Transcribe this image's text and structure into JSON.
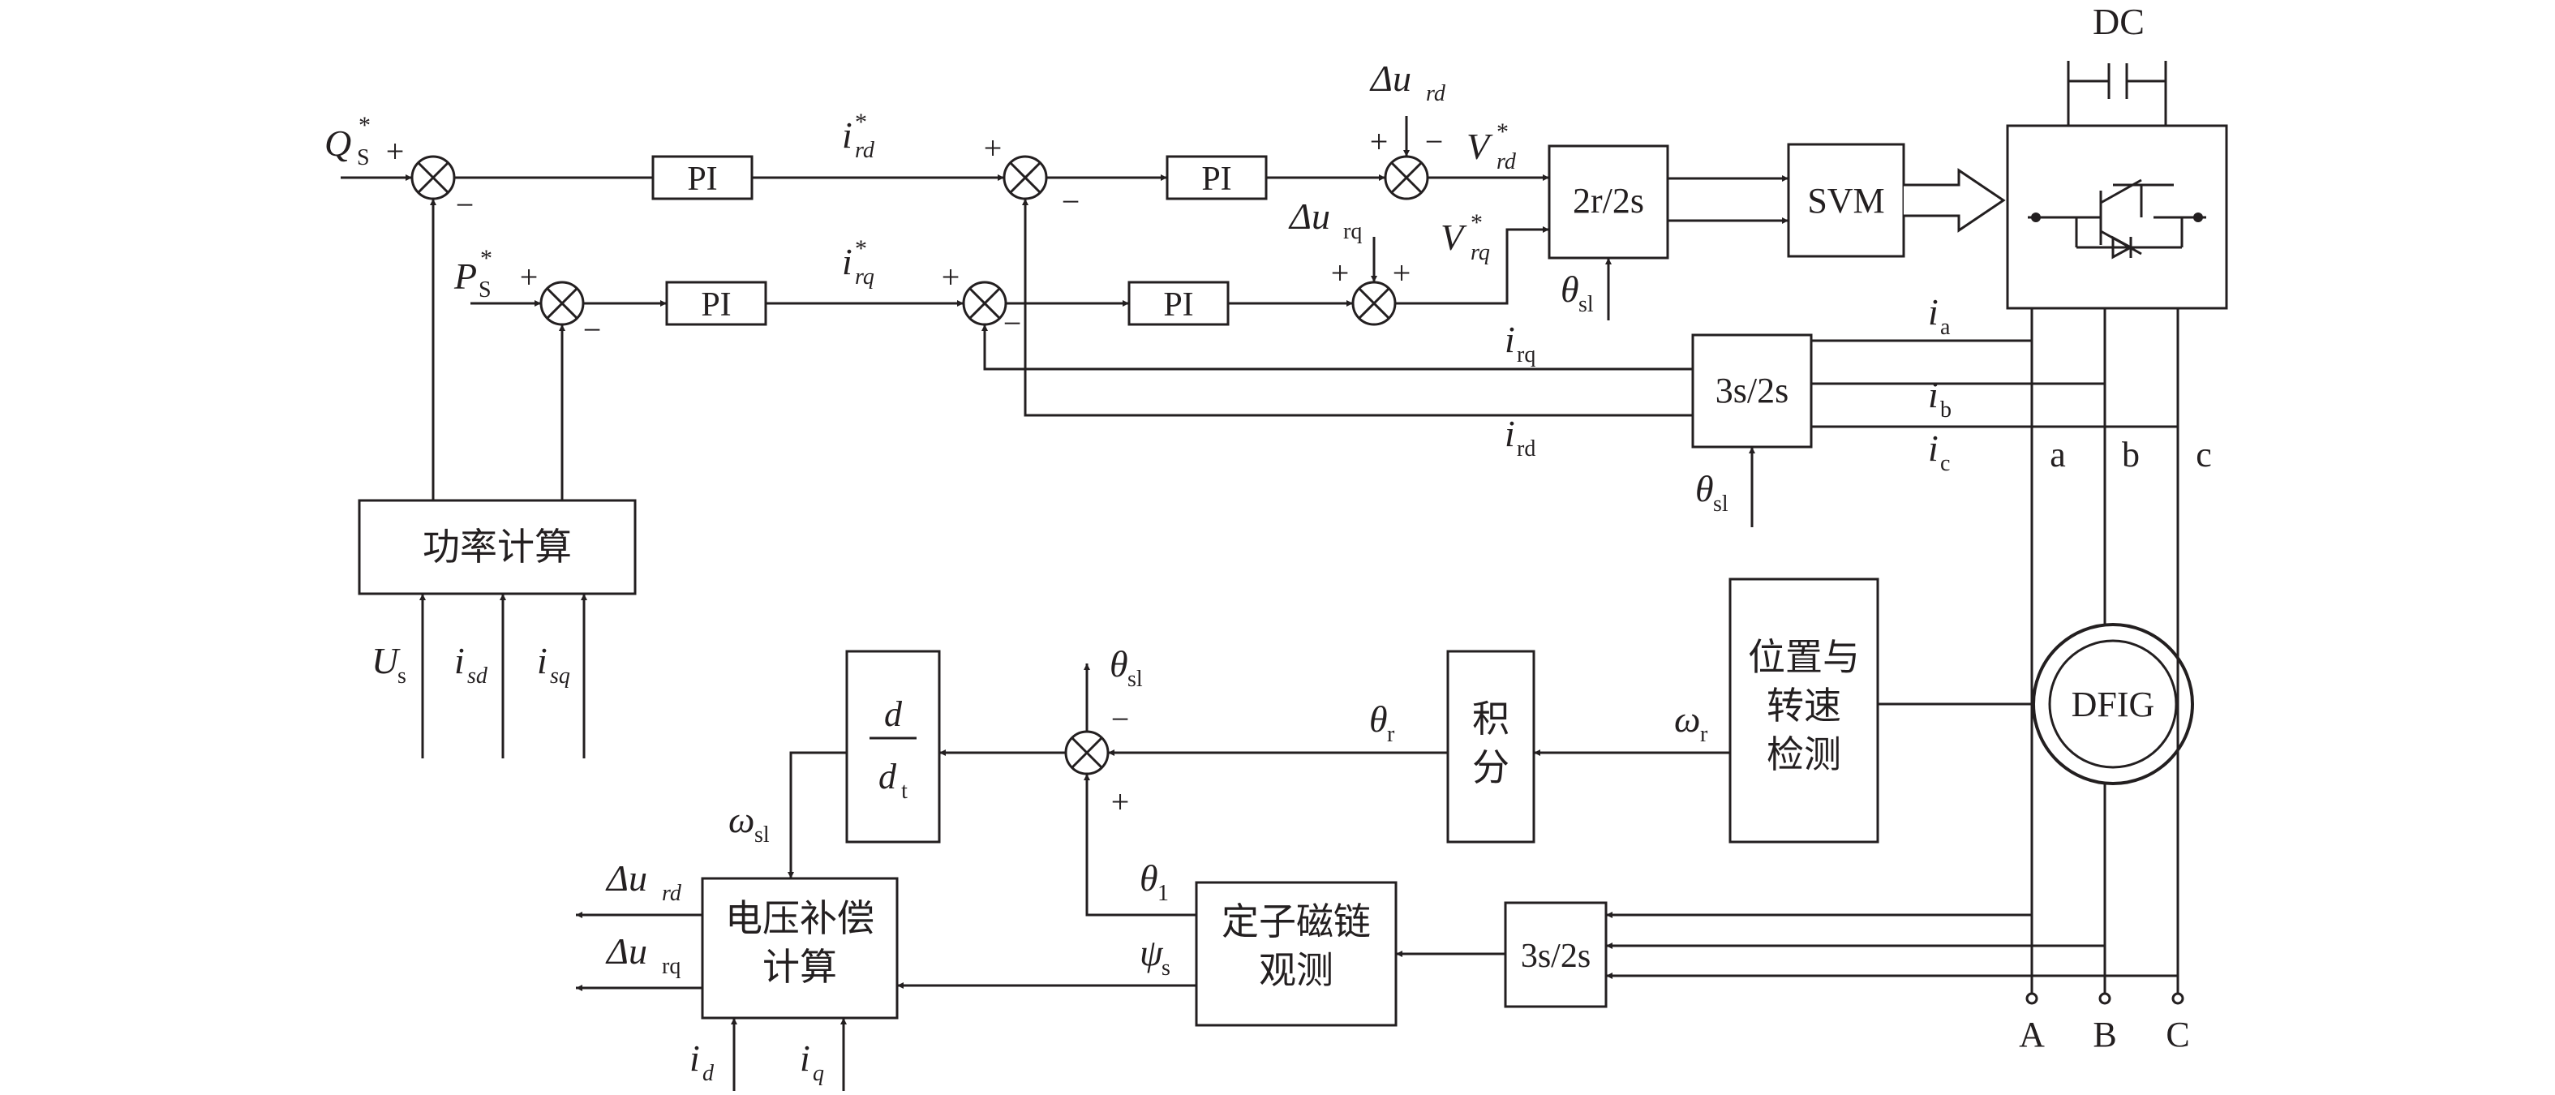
{
  "blocks": {
    "pi": "PI",
    "svm": "SVM",
    "dq_to_ab": "2r/2s",
    "abc_to_dq": "3s/2s",
    "power_calc": "功率计算",
    "position_speed": [
      "位置与",
      "转速",
      "检测"
    ],
    "integral": [
      "积",
      "分"
    ],
    "derivative_num": "d",
    "derivative_den": "d",
    "derivative_den_sub": "t",
    "voltage_comp": [
      "电压补偿",
      "计算"
    ],
    "stator_flux": [
      "定子磁链",
      "观测"
    ],
    "generator": "DFIG"
  },
  "signs": {
    "plus": "+",
    "minus": "−"
  },
  "signals": {
    "qs": {
      "main": "Q",
      "sub": "S",
      "sup": "*"
    },
    "ps": {
      "main": "P",
      "sub": "S",
      "sup": "*"
    },
    "ird_ref": {
      "main": "i",
      "sub": "rd",
      "sup": "*"
    },
    "irq_ref": {
      "main": "i",
      "sub": "rq",
      "sup": "*"
    },
    "vrd_ref": {
      "main": "V",
      "sub": "rd",
      "sup": "*"
    },
    "vrq_ref": {
      "main": "V",
      "sub": "rq",
      "sup": "*"
    },
    "du_rd": {
      "main": "Δu",
      "sub": "rd"
    },
    "du_rq": {
      "main": "Δu",
      "sub": "rq"
    },
    "theta_sl": {
      "main": "θ",
      "sub": "sl"
    },
    "theta_r": {
      "main": "θ",
      "sub": "r"
    },
    "theta_1": {
      "main": "θ",
      "sub": "1"
    },
    "omega_r": {
      "main": "ω",
      "sub": "r"
    },
    "omega_sl": {
      "main": "ω",
      "sub": "sl"
    },
    "psi_s": {
      "main": "ψ",
      "sub": "s"
    },
    "irq": {
      "main": "i",
      "sub": "rq"
    },
    "ird": {
      "main": "i",
      "sub": "rd"
    },
    "ia": {
      "main": "i",
      "sub": "a"
    },
    "ib": {
      "main": "i",
      "sub": "b"
    },
    "ic": {
      "main": "i",
      "sub": "c"
    },
    "us": {
      "main": "U",
      "sub": "s"
    },
    "isd": {
      "main": "i",
      "sub": "sd"
    },
    "isq": {
      "main": "i",
      "sub": "sq"
    },
    "id": {
      "main": "i",
      "sub": "d"
    },
    "iq": {
      "main": "i",
      "sub": "q"
    }
  },
  "phases": {
    "rotor": [
      "a",
      "b",
      "c"
    ],
    "grid": [
      "A",
      "B",
      "C"
    ]
  },
  "dc_label": "DC",
  "colors": {
    "line": "#231f20",
    "background": "#ffffff"
  }
}
